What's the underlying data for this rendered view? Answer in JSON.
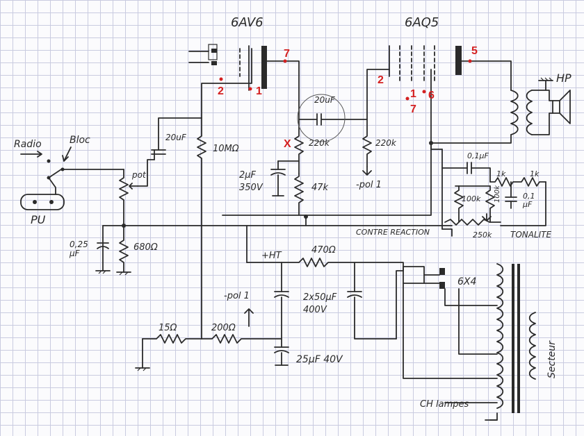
{
  "tubes": {
    "v1": "6AV6",
    "v2": "6AQ5"
  },
  "pins": {
    "v1_grid": "2",
    "v1_cathode": "1",
    "v1_plate": "7",
    "v2_grid": "2",
    "v2_cathode_a": "1",
    "v2_cathode_b": "7",
    "v2_g2": "6",
    "v2_plate": "5",
    "mark_x": "X"
  },
  "labels": {
    "radio": "Radio",
    "bloc": "Bloc",
    "pu": "PU",
    "pot": "pot",
    "c_20uf_in": "20uF",
    "r_10m": "10MΩ",
    "c_025": "0,25\nµF",
    "r_680": "680Ω",
    "c_20uf_couple": "20uF",
    "r_220k_plate": "220k",
    "r_220k_grid": "220k",
    "c_2uf": "2µF",
    "c_2uf_v": "350V",
    "r_47k": "47k",
    "pol1_a": "-pol 1",
    "hp": "HP",
    "c_01a": "0,1µF",
    "r_1k_a": "1k",
    "r_1k_b": "1k",
    "r_100k": "100k",
    "r_100k_b": "100k",
    "c_01b": "0,1\nµF",
    "contre_reaction": "CONTRE REACTION",
    "r_250k": "250k",
    "tonalite": "TONALITE",
    "ht": "+HT",
    "r_470": "470Ω",
    "rect": "6X4",
    "pol1_b": "-pol 1",
    "c_2x50": "2x50µF",
    "c_2x50_v": "400V",
    "r_15": "15Ω",
    "r_200": "200Ω",
    "c_25": "25µF 40V",
    "ch_lamps": "CH lampes",
    "secteur": "Secteur"
  }
}
